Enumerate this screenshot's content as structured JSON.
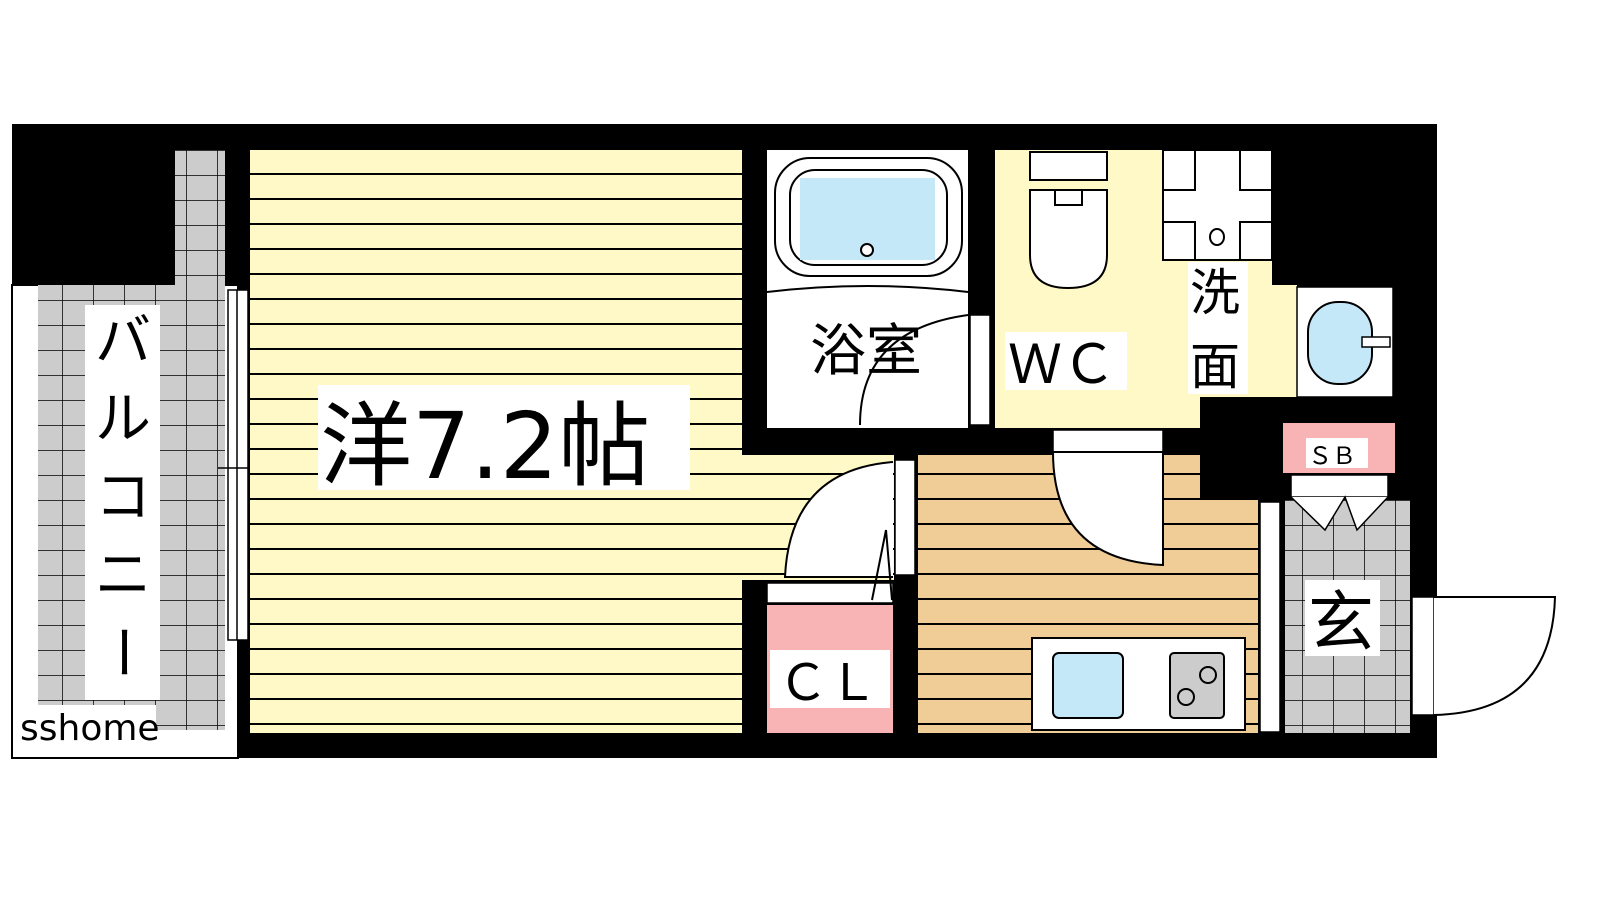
{
  "floorplan": {
    "rooms": {
      "western_room": "洋7.2帖",
      "bathroom": "浴室",
      "toilet": "ＷＣ",
      "washroom_line1": "洗",
      "washroom_line2": "面",
      "closet": "ＣＬ",
      "shoe_box": "ＳＢ",
      "entrance": "玄",
      "balcony": [
        "バ",
        "ル",
        "コ",
        "ニ",
        "ー"
      ]
    },
    "watermark": "sshome",
    "colors": {
      "western_room": "#FFF9C8",
      "kitchen": "#F0CC96",
      "closet": "#F8B4B4",
      "tile": "#CCCCCC",
      "water": "#C4E8F8",
      "wall": "#000000"
    }
  }
}
